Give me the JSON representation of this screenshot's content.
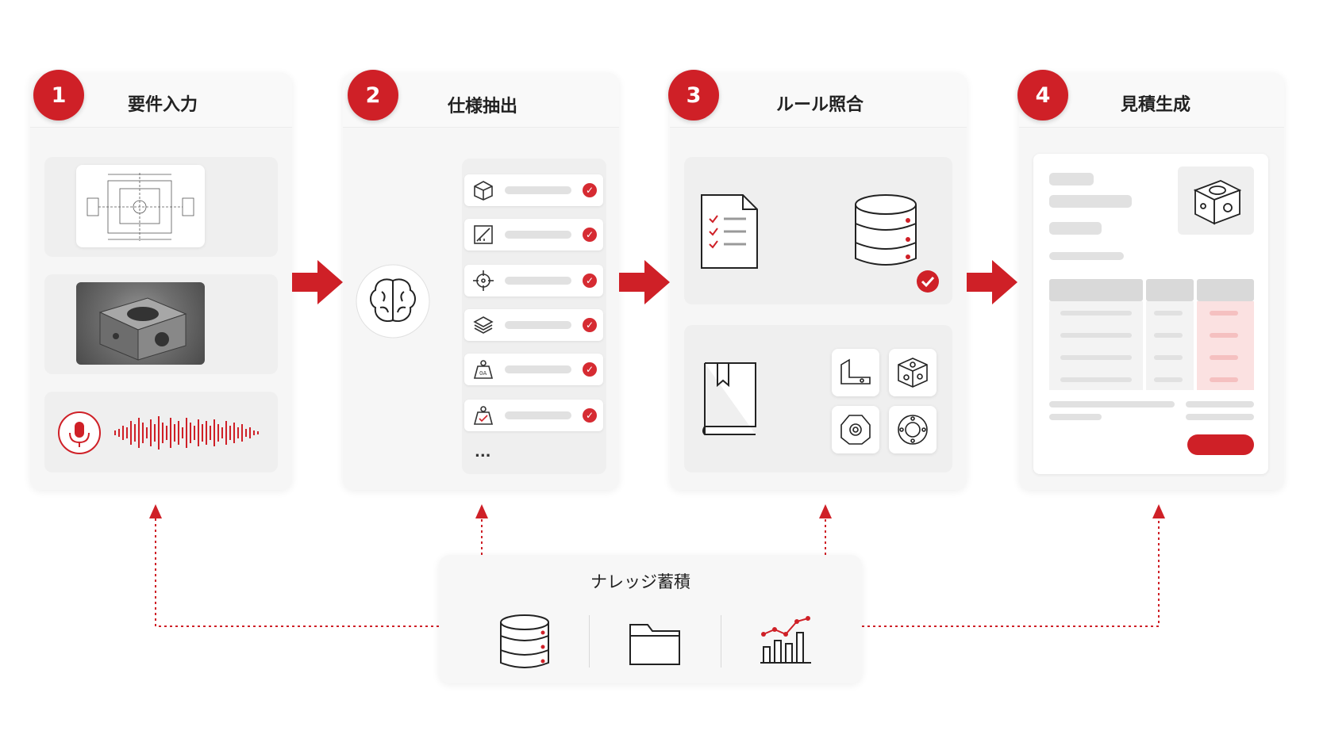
{
  "stages": [
    {
      "number": "1",
      "title": "要件入力"
    },
    {
      "number": "2",
      "title": "仕様抽出"
    },
    {
      "number": "3",
      "title": "ルール照合"
    },
    {
      "number": "4",
      "title": "見積生成"
    }
  ],
  "spec_label": "0A",
  "more_label": "...",
  "knowledge": {
    "title": "ナレッジ蓄積"
  },
  "colors": {
    "accent": "#cf2027",
    "card": "#f6f6f6",
    "panel": "#efefef"
  },
  "icons": [
    "blueprint-image",
    "metal-part-photo",
    "microphone-icon",
    "waveform-icon",
    "brain-icon",
    "cube-icon",
    "ruler-icon",
    "target-icon",
    "layers-icon",
    "weight-icon",
    "document-checklist-icon",
    "database-icon",
    "book-icon",
    "folder-icon",
    "chart-icon"
  ]
}
